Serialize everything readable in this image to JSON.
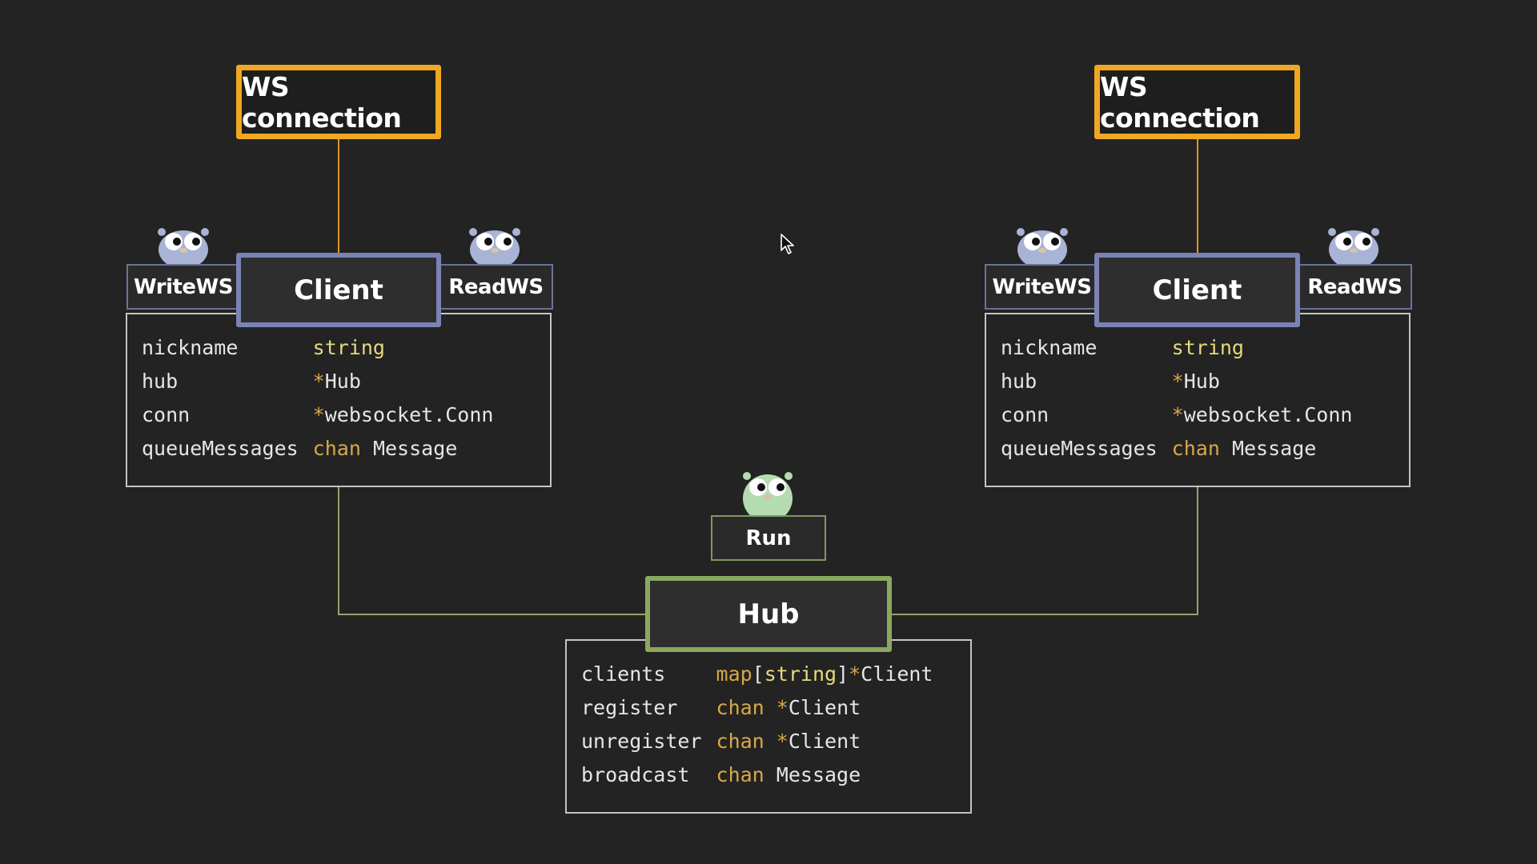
{
  "colors": {
    "background": "#232323",
    "ws_border": "#f0a721",
    "client_border": "#7a83b3",
    "hub_border": "#8ca85f",
    "type_keyword": "#e7d97c",
    "chan_keyword": "#d7a84a",
    "line_ws": "#d9982a",
    "line_hub": "#9aa06e"
  },
  "clients": [
    {
      "ws_label": "WS connection",
      "client_label": "Client",
      "write_label": "WriteWS",
      "read_label": "ReadWS",
      "fields": [
        {
          "name": "nickname",
          "type_parts": [
            {
              "text": "string",
              "style": "yellow"
            }
          ]
        },
        {
          "name": "hub",
          "type_parts": [
            {
              "text": "*",
              "style": "orange"
            },
            {
              "text": "Hub",
              "style": "white"
            }
          ]
        },
        {
          "name": "conn",
          "type_parts": [
            {
              "text": "*",
              "style": "orange"
            },
            {
              "text": "websocket.Conn",
              "style": "white"
            }
          ]
        },
        {
          "name": "queueMessages",
          "type_parts": [
            {
              "text": "chan",
              "style": "orange"
            },
            {
              "text": " Message",
              "style": "white"
            }
          ]
        }
      ]
    },
    {
      "ws_label": "WS connection",
      "client_label": "Client",
      "write_label": "WriteWS",
      "read_label": "ReadWS",
      "fields": [
        {
          "name": "nickname",
          "type_parts": [
            {
              "text": "string",
              "style": "yellow"
            }
          ]
        },
        {
          "name": "hub",
          "type_parts": [
            {
              "text": "*",
              "style": "orange"
            },
            {
              "text": "Hub",
              "style": "white"
            }
          ]
        },
        {
          "name": "conn",
          "type_parts": [
            {
              "text": "*",
              "style": "orange"
            },
            {
              "text": "websocket.Conn",
              "style": "white"
            }
          ]
        },
        {
          "name": "queueMessages",
          "type_parts": [
            {
              "text": "chan",
              "style": "orange"
            },
            {
              "text": " Message",
              "style": "white"
            }
          ]
        }
      ]
    }
  ],
  "hub": {
    "label": "Hub",
    "run_label": "Run",
    "fields": [
      {
        "name": "clients",
        "type_parts": [
          {
            "text": "map",
            "style": "orange"
          },
          {
            "text": "[",
            "style": "white"
          },
          {
            "text": "string",
            "style": "yellow"
          },
          {
            "text": "]",
            "style": "white"
          },
          {
            "text": "*",
            "style": "orange"
          },
          {
            "text": "Client",
            "style": "white"
          }
        ]
      },
      {
        "name": "register",
        "type_parts": [
          {
            "text": "chan",
            "style": "orange"
          },
          {
            "text": " ",
            "style": "white"
          },
          {
            "text": "*",
            "style": "orange"
          },
          {
            "text": "Client",
            "style": "white"
          }
        ]
      },
      {
        "name": "unregister",
        "type_parts": [
          {
            "text": "chan",
            "style": "orange"
          },
          {
            "text": " ",
            "style": "white"
          },
          {
            "text": "*",
            "style": "orange"
          },
          {
            "text": "Client",
            "style": "white"
          }
        ]
      },
      {
        "name": "broadcast",
        "type_parts": [
          {
            "text": "chan",
            "style": "orange"
          },
          {
            "text": " Message",
            "style": "white"
          }
        ]
      }
    ]
  }
}
